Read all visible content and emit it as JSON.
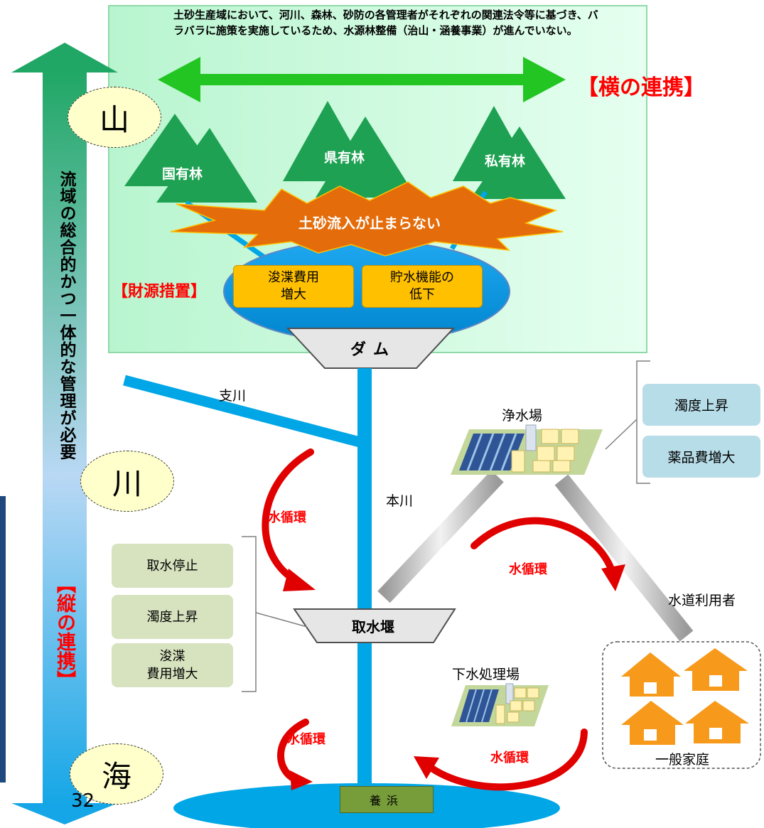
{
  "top_note": "土砂生産域において、河川、森林、砂防の各管理者がそれぞれの関連法令等に基づき、バラバラに施策を実施しているため、水源林整備（治山・涵養事業）が進んでいない。",
  "horizontal_link": "【横の連携】",
  "vertical_text": "流域の総合的かつ一体的な管理が必要",
  "vertical_link": "【縦の連携】",
  "zones": {
    "mountain": "山",
    "river": "川",
    "sea": "海"
  },
  "forests": {
    "national": "国有林",
    "prefectural": "県有林",
    "private": "私有林"
  },
  "burst": "土砂流入が止まらない",
  "finance": "【財源措置】",
  "reservoir_boxes": [
    {
      "line1": "浚渫費用",
      "line2": "増大"
    },
    {
      "line1": "貯水機能の",
      "line2": "低下"
    }
  ],
  "dam": "ダム",
  "tributary": "支川",
  "main_river": "本川",
  "purification_plant": "浄水場",
  "purification_issues": [
    "濁度上昇",
    "薬品費増大"
  ],
  "intake_weir": "取水堰",
  "intake_issues": [
    {
      "line1": "取水停止",
      "line2": ""
    },
    {
      "line1": "濁度上昇",
      "line2": ""
    },
    {
      "line1": "浚渫",
      "line2": "費用増大"
    }
  ],
  "water_cycle": "水循環",
  "water_users": "水道利用者",
  "sewage_plant": "下水処理場",
  "households": "一般家庭",
  "sea_box": "養浜",
  "page_number": "32",
  "colors": {
    "mountain_bg": "#ccffe0",
    "forest_green": "#1ea152",
    "river_blue": "#00a6e6",
    "burst_orange": "#e46c0a",
    "highlight_red": "#ff0000",
    "house_orange": "#f79a1c"
  }
}
